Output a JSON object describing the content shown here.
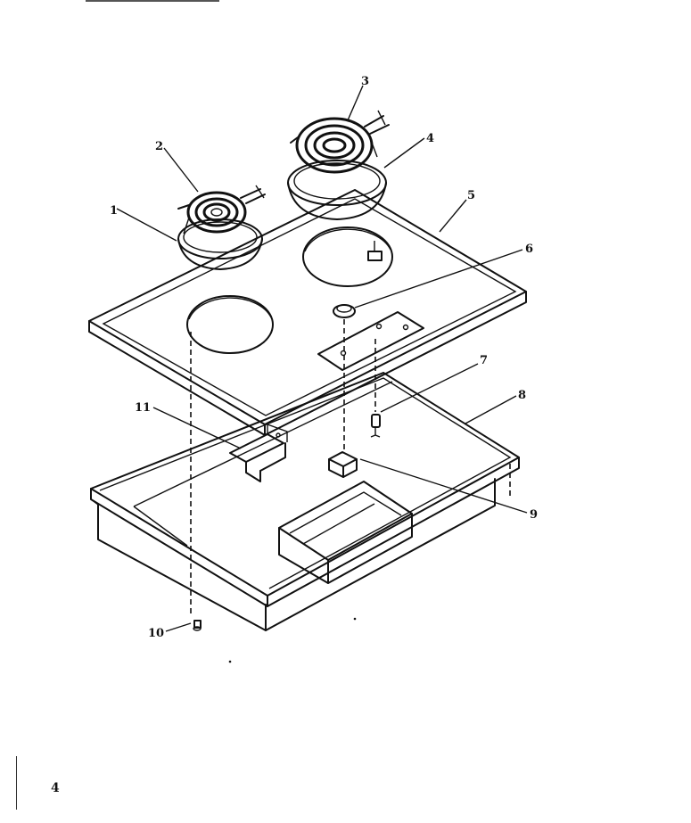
{
  "page": {
    "number": "4"
  },
  "callouts": [
    {
      "id": "1",
      "label": "1"
    },
    {
      "id": "2",
      "label": "2"
    },
    {
      "id": "3",
      "label": "3"
    },
    {
      "id": "4",
      "label": "4"
    },
    {
      "id": "5",
      "label": "5"
    },
    {
      "id": "6",
      "label": "6"
    },
    {
      "id": "7",
      "label": "7"
    },
    {
      "id": "8",
      "label": "8"
    },
    {
      "id": "9",
      "label": "9"
    },
    {
      "id": "10",
      "label": "10"
    },
    {
      "id": "11",
      "label": "11"
    }
  ]
}
